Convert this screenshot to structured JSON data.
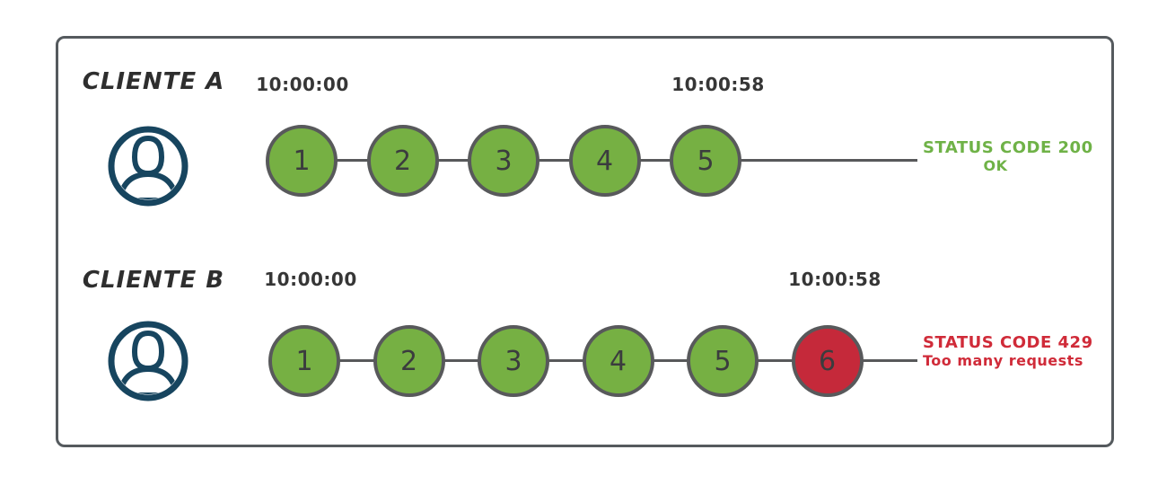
{
  "colors": {
    "ok": "#76b043",
    "blocked": "#c5293a",
    "stroke": "#58595b",
    "frame": "#555a5e",
    "avatar": "#17455f",
    "status_ok_text": "#6fb247",
    "status_error_text": "#d02b39"
  },
  "clients": [
    {
      "label": "CLIENTE A",
      "start_time": "10:00:00",
      "end_time": "10:00:58",
      "requests": [
        {
          "number": "1",
          "state": "ok"
        },
        {
          "number": "2",
          "state": "ok"
        },
        {
          "number": "3",
          "state": "ok"
        },
        {
          "number": "4",
          "state": "ok"
        },
        {
          "number": "5",
          "state": "ok"
        }
      ],
      "status": {
        "line1": "STATUS CODE 200",
        "line2": "OK",
        "color": "#6fb247"
      }
    },
    {
      "label": "CLIENTE B",
      "start_time": "10:00:00",
      "end_time": "10:00:58",
      "requests": [
        {
          "number": "1",
          "state": "ok"
        },
        {
          "number": "2",
          "state": "ok"
        },
        {
          "number": "3",
          "state": "ok"
        },
        {
          "number": "4",
          "state": "ok"
        },
        {
          "number": "5",
          "state": "ok"
        },
        {
          "number": "6",
          "state": "blocked"
        }
      ],
      "status": {
        "line1": "STATUS CODE 429",
        "line2": "Too many requests",
        "color": "#d02b39"
      }
    }
  ]
}
